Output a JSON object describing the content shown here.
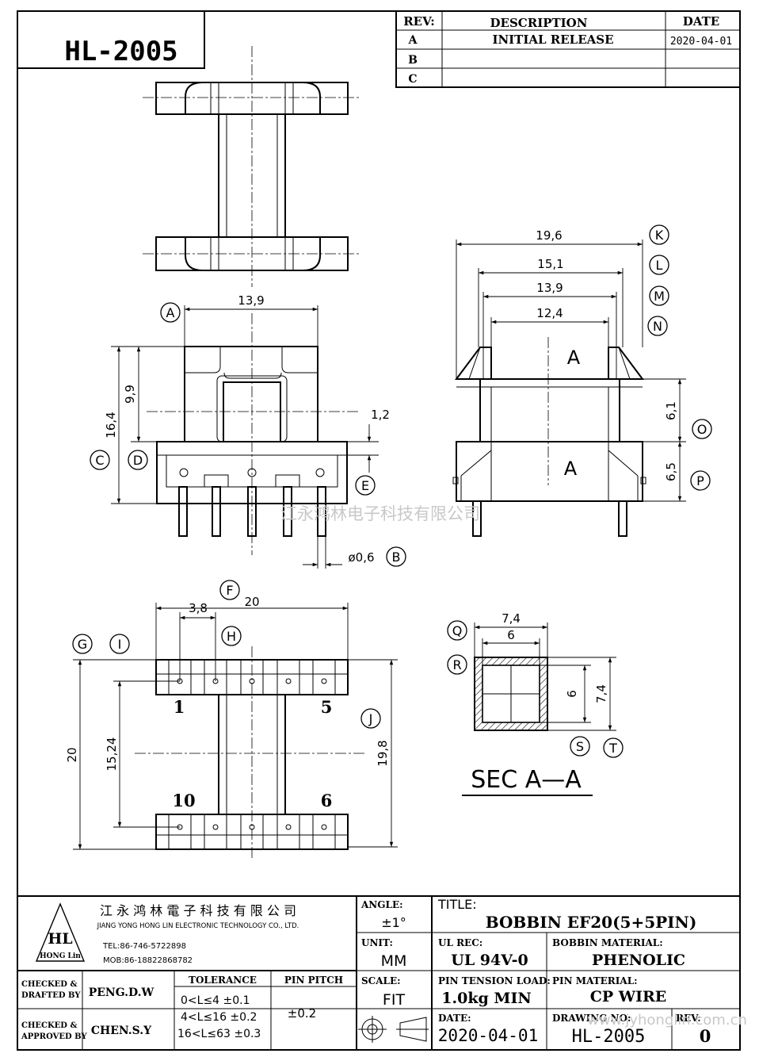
{
  "part_number": "HL-2005",
  "revision_table": {
    "headers": {
      "rev": "REV:",
      "description": "DESCRIPTION",
      "date": "DATE"
    },
    "rows": [
      {
        "rev": "A",
        "description": "INITIAL  RELEASE",
        "date": "2020-04-01"
      },
      {
        "rev": "B",
        "description": "",
        "date": ""
      },
      {
        "rev": "C",
        "description": "",
        "date": ""
      }
    ]
  },
  "callouts": [
    "A",
    "B",
    "C",
    "D",
    "E",
    "F",
    "G",
    "H",
    "I",
    "J",
    "K",
    "L",
    "M",
    "N",
    "O",
    "P",
    "Q",
    "R",
    "S",
    "T"
  ],
  "dimensions": {
    "front_width": "13,9",
    "front_h_total": "16,4",
    "front_h_upper": "9,9",
    "flange_thk": "1,2",
    "pin_dia": "ø0,6",
    "side_w1": "19,6",
    "side_w2": "15,1",
    "side_w3": "13,9",
    "side_w4": "12,4",
    "side_h_upper": "6,1",
    "side_h_lower": "6,5",
    "bottom_width": "20",
    "pin_pitch": "3,8",
    "bottom_length": "20",
    "pin_row_spacing": "15,24",
    "bottom_inner": "19,8",
    "sec_w_out": "7,4",
    "sec_w_in": "6",
    "sec_h_in": "6",
    "sec_h_out": "7,4"
  },
  "side_labels": [
    "A",
    "A"
  ],
  "pin_numbers": [
    "1",
    "5",
    "10",
    "6"
  ],
  "section_label": "SEC  A—A",
  "watermark": "江永鸿林电子科技有限公司",
  "watermark_url": "www.jyhonglin.com.cn",
  "title_block": {
    "company_cn": "江 永 鸿 林 電 子 科 技 有 限 公 司",
    "company_en": "JIANG YONG HONG LIN ELECTRONIC TECHNOLOGY CO., LTD.",
    "logo_text": "HL",
    "logo_sub": "HONG Lin",
    "tel": "TEL:86-746-5722898",
    "mob": "MOB:86-18822868782",
    "angle_label": "ANGLE:",
    "angle_value": "±1°",
    "title_label": "TITLE:",
    "title_value": "BOBBIN   EF20(5+5PIN)",
    "unit_label": "UNIT:",
    "unit_value": "MM",
    "ul_label": "UL REC:",
    "ul_value": "UL 94V-0",
    "bobbin_mat_label": "BOBBIN MATERIAL:",
    "bobbin_mat_value": "PHENOLIC",
    "checked_drafted_1": "CHECKED &",
    "checked_drafted_2": "DRAFTED BY",
    "drafter": "PENG.D.W",
    "tolerance_label": "TOLERANCE",
    "tolerance_rows": [
      "0<L≤4   ±0.1",
      "4<L≤16  ±0.2",
      "16<L≤63 ±0.3"
    ],
    "pin_pitch_label": "PIN PITCH",
    "pin_pitch_value": "±0.2",
    "scale_label": "SCALE:",
    "scale_value": "FIT",
    "pin_tension_label": "PIN TENSION LOAD:",
    "pin_tension_value": "1.0kg MIN",
    "pin_mat_label": "PIN MATERIAL:",
    "pin_mat_value": "CP WIRE",
    "checked_approved_1": "CHECKED &",
    "checked_approved_2": "APPROVED BY",
    "approver": "CHEN.S.Y",
    "date_label": "DATE:",
    "date_value": "2020-04-01",
    "drawing_no_label": "DRAWING NO:",
    "drawing_no_value": "HL-2005",
    "rev_label": "REV:",
    "rev_value": "0"
  }
}
